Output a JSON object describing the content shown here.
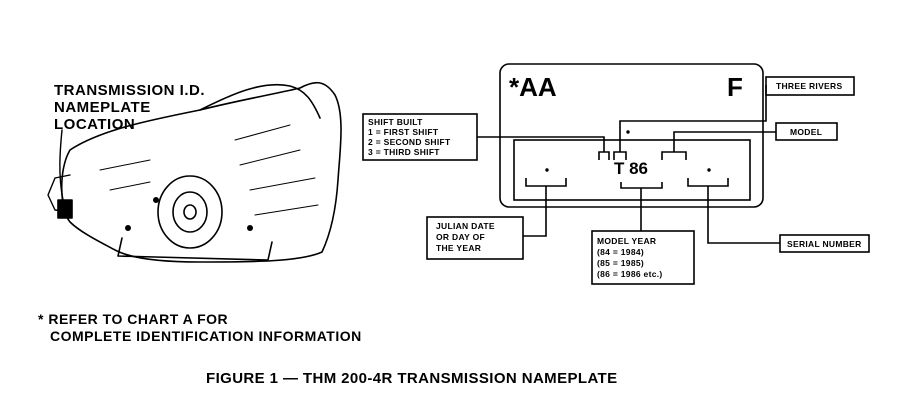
{
  "location_label": [
    "TRANSMISSION I.D.",
    "NAMEPLATE",
    "LOCATION"
  ],
  "nameplate": {
    "plate_prefix": "*AA",
    "plate_suffix": "F",
    "plate_code": "T 86",
    "asterisk": "*"
  },
  "callouts": {
    "shift_built": [
      "SHIFT BUILT",
      "1  =  FIRST SHIFT",
      "2  =  SECOND SHIFT",
      "3  =  THIRD SHIFT"
    ],
    "three_rivers": "THREE RIVERS",
    "model": "MODEL",
    "julian_date": [
      "JULIAN DATE",
      "OR DAY OF",
      "THE YEAR"
    ],
    "model_year": [
      "MODEL YEAR",
      "(84  =  1984)",
      "(85  =  1985)",
      "(86  =  1986 etc.)"
    ],
    "serial_number": "SERIAL NUMBER"
  },
  "footnote": [
    "* REFER TO CHART A FOR",
    "COMPLETE IDENTIFICATION INFORMATION"
  ],
  "caption": "FIGURE 1 — THM 200-4R TRANSMISSION NAMEPLATE"
}
